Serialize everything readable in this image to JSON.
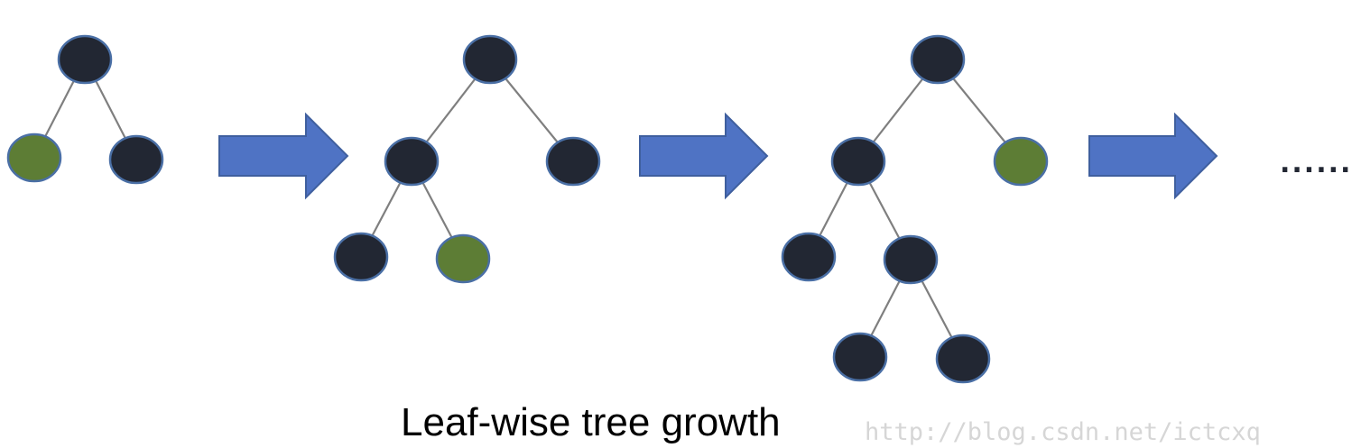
{
  "caption": "Leaf-wise tree growth",
  "continuation_marker": "......",
  "watermark": "http://blog.csdn.net/ictcxq",
  "colors": {
    "node_dark": "#222733",
    "node_leaf_highlight": "#5d7d35",
    "node_outline": "#4a6fa5",
    "edge": "#7f7f7f",
    "arrow": "#4f73c4",
    "caption_text": "#000000",
    "watermark_text": "#d6d6d6"
  },
  "trees": [
    {
      "step": 1,
      "nodes": [
        {
          "id": "n0",
          "parent": null,
          "highlight": false
        },
        {
          "id": "n1",
          "parent": "n0",
          "highlight": true
        },
        {
          "id": "n2",
          "parent": "n0",
          "highlight": false
        }
      ]
    },
    {
      "step": 2,
      "nodes": [
        {
          "id": "n0",
          "parent": null,
          "highlight": false
        },
        {
          "id": "n1",
          "parent": "n0",
          "highlight": false
        },
        {
          "id": "n2",
          "parent": "n0",
          "highlight": false
        },
        {
          "id": "n3",
          "parent": "n1",
          "highlight": false
        },
        {
          "id": "n4",
          "parent": "n1",
          "highlight": true
        }
      ]
    },
    {
      "step": 3,
      "nodes": [
        {
          "id": "n0",
          "parent": null,
          "highlight": false
        },
        {
          "id": "n1",
          "parent": "n0",
          "highlight": false
        },
        {
          "id": "n2",
          "parent": "n0",
          "highlight": true
        },
        {
          "id": "n3",
          "parent": "n1",
          "highlight": false
        },
        {
          "id": "n4",
          "parent": "n1",
          "highlight": false
        },
        {
          "id": "n5",
          "parent": "n4",
          "highlight": false
        },
        {
          "id": "n6",
          "parent": "n4",
          "highlight": false
        }
      ]
    }
  ],
  "arrows": [
    {
      "from_step": 1,
      "to_step": 2
    },
    {
      "from_step": 2,
      "to_step": 3
    },
    {
      "from_step": 3,
      "to_step": "continuation"
    }
  ]
}
